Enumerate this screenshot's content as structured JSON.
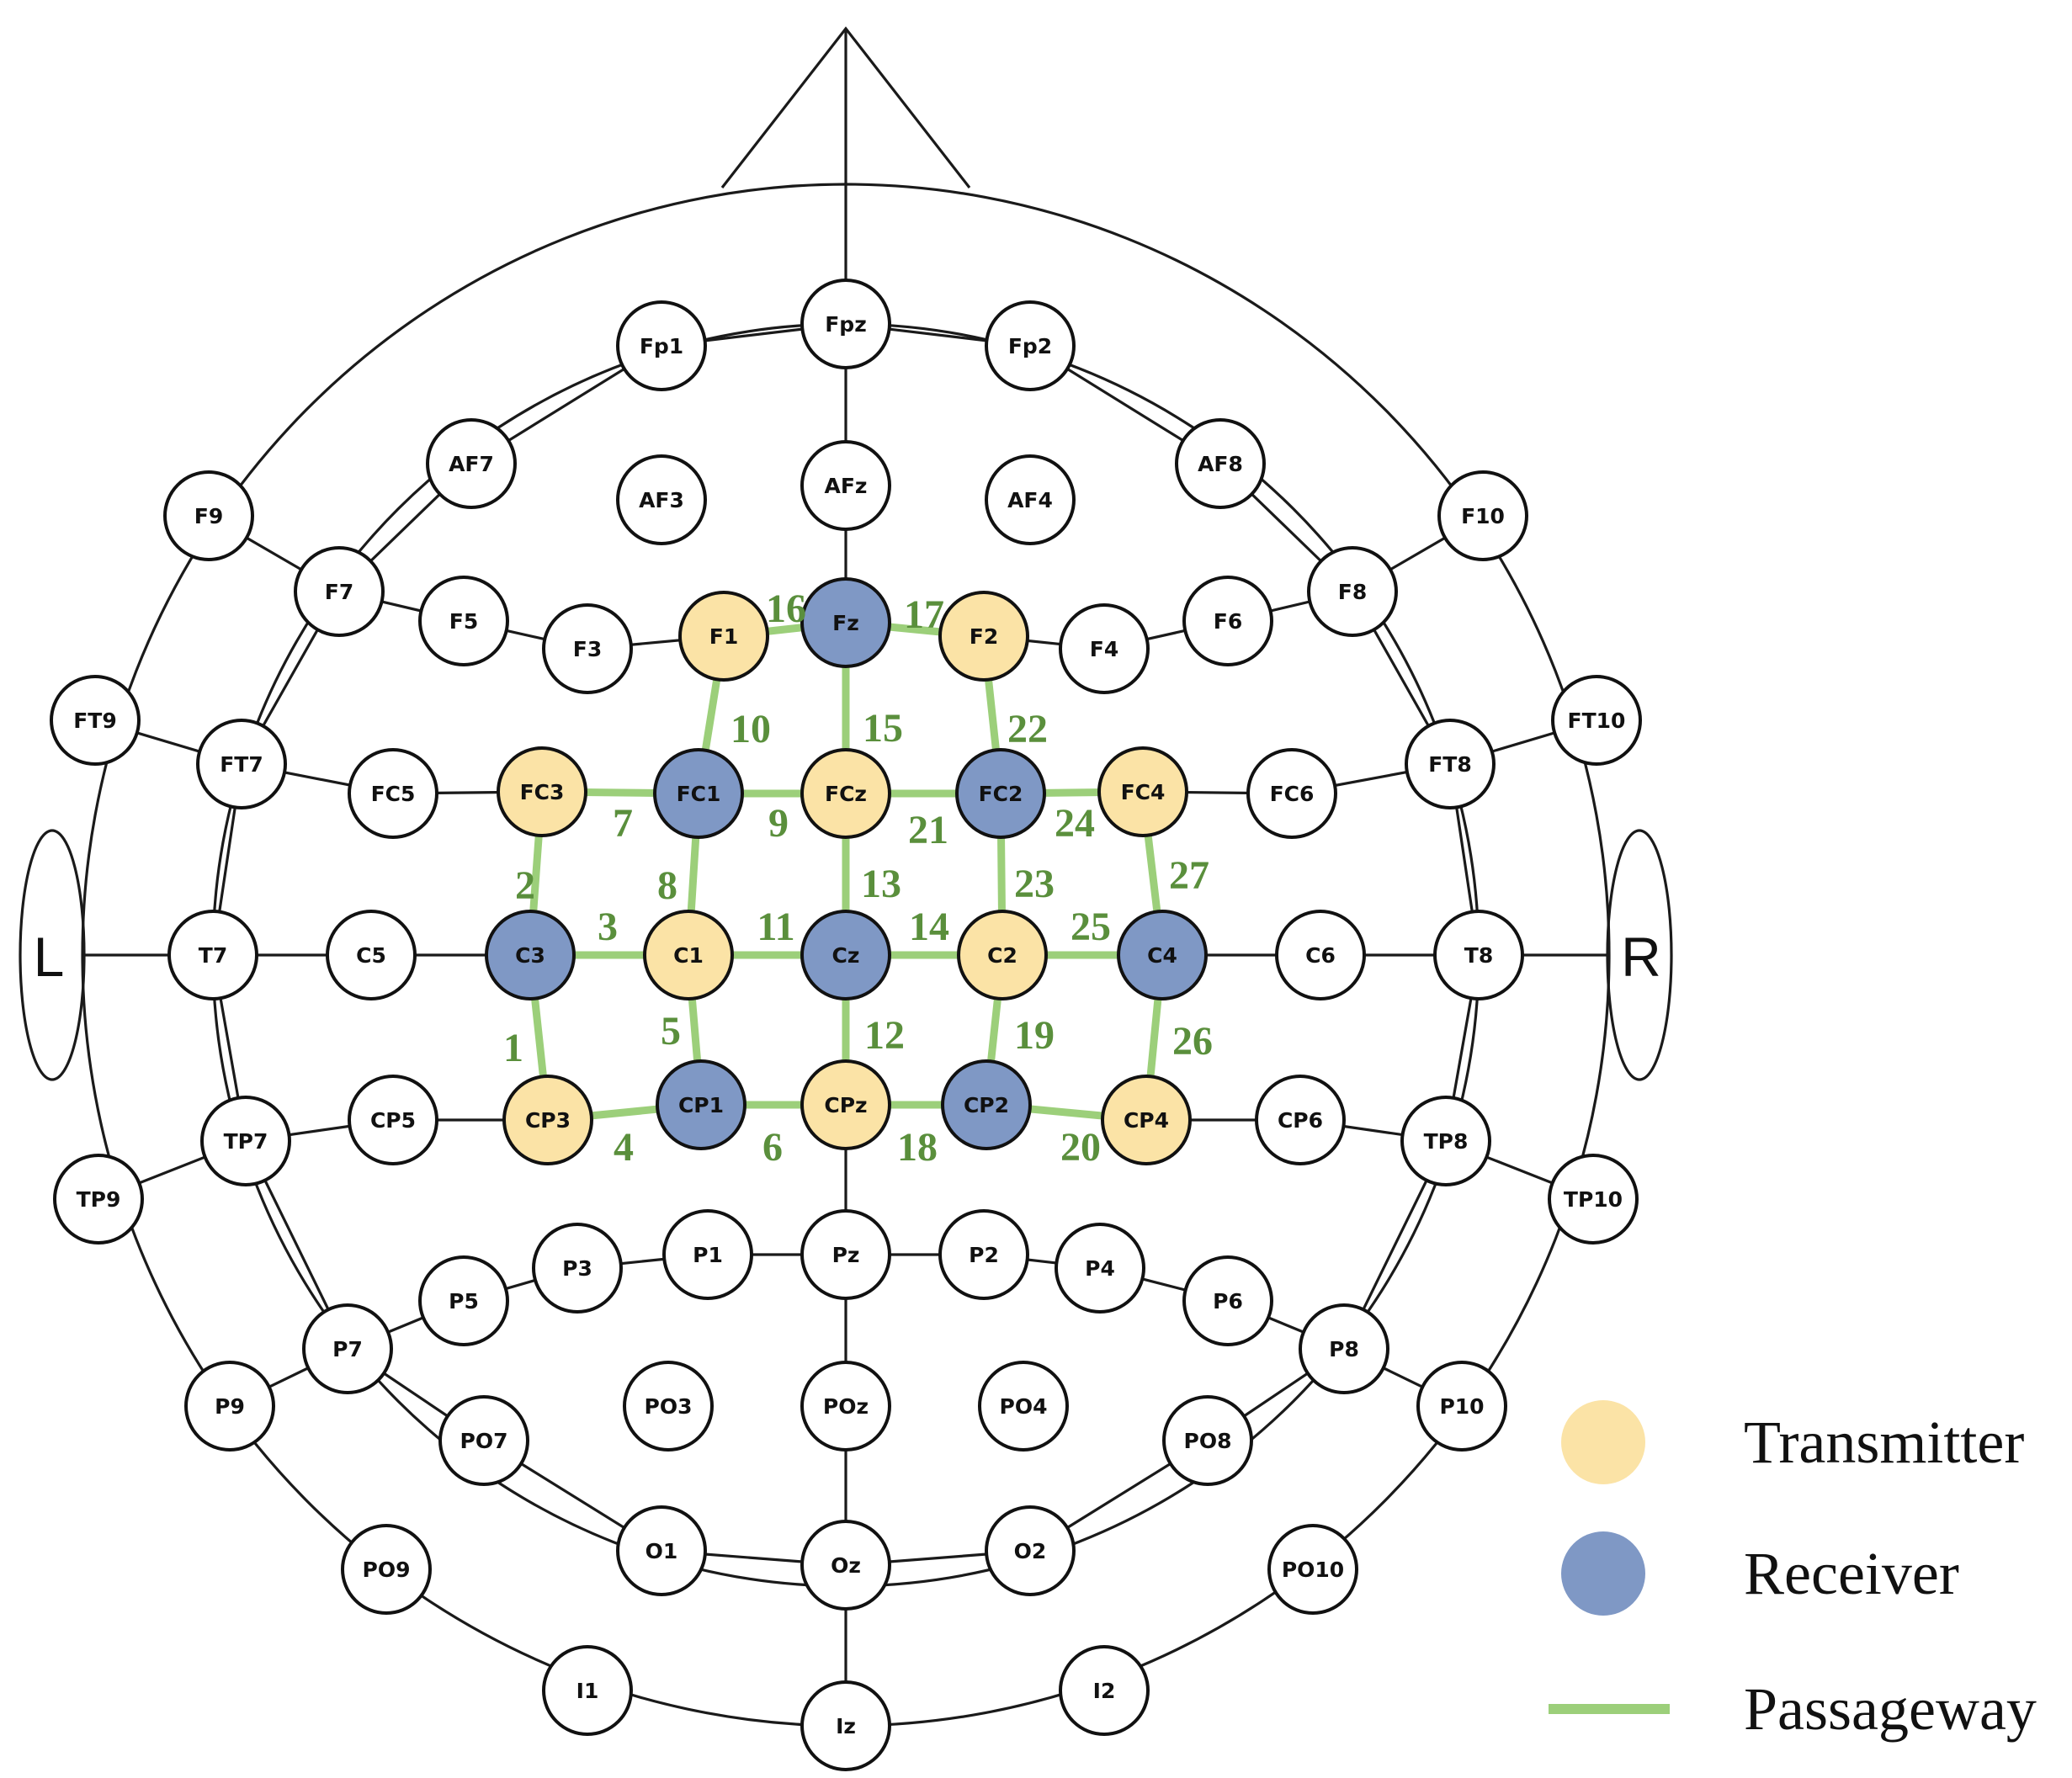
{
  "colors": {
    "transmitter": "#fbe3a6",
    "receiver": "#7f98c5",
    "passageway": "#9ccf7a",
    "passageway_label": "#5a8f3c",
    "default_electrode": "#ffffff",
    "outline": "#1a1a1a"
  },
  "ears": {
    "left": "L",
    "right": "R"
  },
  "electrodes": [
    {
      "id": "Fp1",
      "label": "Fp1",
      "role": "none"
    },
    {
      "id": "Fpz",
      "label": "Fpz",
      "role": "none"
    },
    {
      "id": "Fp2",
      "label": "Fp2",
      "role": "none"
    },
    {
      "id": "AF7",
      "label": "AF7",
      "role": "none"
    },
    {
      "id": "AF3",
      "label": "AF3",
      "role": "none"
    },
    {
      "id": "AFz",
      "label": "AFz",
      "role": "none"
    },
    {
      "id": "AF4",
      "label": "AF4",
      "role": "none"
    },
    {
      "id": "AF8",
      "label": "AF8",
      "role": "none"
    },
    {
      "id": "F9",
      "label": "F9",
      "role": "none"
    },
    {
      "id": "F7",
      "label": "F7",
      "role": "none"
    },
    {
      "id": "F5",
      "label": "F5",
      "role": "none"
    },
    {
      "id": "F3",
      "label": "F3",
      "role": "none"
    },
    {
      "id": "F1",
      "label": "F1",
      "role": "transmitter"
    },
    {
      "id": "Fz",
      "label": "Fz",
      "role": "receiver"
    },
    {
      "id": "F2",
      "label": "F2",
      "role": "transmitter"
    },
    {
      "id": "F4",
      "label": "F4",
      "role": "none"
    },
    {
      "id": "F6",
      "label": "F6",
      "role": "none"
    },
    {
      "id": "F8",
      "label": "F8",
      "role": "none"
    },
    {
      "id": "F10",
      "label": "F10",
      "role": "none"
    },
    {
      "id": "FT9",
      "label": "FT9",
      "role": "none"
    },
    {
      "id": "FT7",
      "label": "FT7",
      "role": "none"
    },
    {
      "id": "FC5",
      "label": "FC5",
      "role": "none"
    },
    {
      "id": "FC3",
      "label": "FC3",
      "role": "transmitter"
    },
    {
      "id": "FC1",
      "label": "FC1",
      "role": "receiver"
    },
    {
      "id": "FCz",
      "label": "FCz",
      "role": "transmitter"
    },
    {
      "id": "FC2",
      "label": "FC2",
      "role": "receiver"
    },
    {
      "id": "FC4",
      "label": "FC4",
      "role": "transmitter"
    },
    {
      "id": "FC6",
      "label": "FC6",
      "role": "none"
    },
    {
      "id": "FT8",
      "label": "FT8",
      "role": "none"
    },
    {
      "id": "FT10",
      "label": "FT10",
      "role": "none"
    },
    {
      "id": "T7",
      "label": "T7",
      "role": "none"
    },
    {
      "id": "C5",
      "label": "C5",
      "role": "none"
    },
    {
      "id": "C3",
      "label": "C3",
      "role": "receiver"
    },
    {
      "id": "C1",
      "label": "C1",
      "role": "transmitter"
    },
    {
      "id": "Cz",
      "label": "Cz",
      "role": "receiver"
    },
    {
      "id": "C2",
      "label": "C2",
      "role": "transmitter"
    },
    {
      "id": "C4",
      "label": "C4",
      "role": "receiver"
    },
    {
      "id": "C6",
      "label": "C6",
      "role": "none"
    },
    {
      "id": "T8",
      "label": "T8",
      "role": "none"
    },
    {
      "id": "TP9",
      "label": "TP9",
      "role": "none"
    },
    {
      "id": "TP7",
      "label": "TP7",
      "role": "none"
    },
    {
      "id": "CP5",
      "label": "CP5",
      "role": "none"
    },
    {
      "id": "CP3",
      "label": "CP3",
      "role": "transmitter"
    },
    {
      "id": "CP1",
      "label": "CP1",
      "role": "receiver"
    },
    {
      "id": "CPz",
      "label": "CPz",
      "role": "transmitter"
    },
    {
      "id": "CP2",
      "label": "CP2",
      "role": "receiver"
    },
    {
      "id": "CP4",
      "label": "CP4",
      "role": "transmitter"
    },
    {
      "id": "CP6",
      "label": "CP6",
      "role": "none"
    },
    {
      "id": "TP8",
      "label": "TP8",
      "role": "none"
    },
    {
      "id": "TP10",
      "label": "TP10",
      "role": "none"
    },
    {
      "id": "P9",
      "label": "P9",
      "role": "none"
    },
    {
      "id": "P7",
      "label": "P7",
      "role": "none"
    },
    {
      "id": "P5",
      "label": "P5",
      "role": "none"
    },
    {
      "id": "P3",
      "label": "P3",
      "role": "none"
    },
    {
      "id": "P1",
      "label": "P1",
      "role": "none"
    },
    {
      "id": "Pz",
      "label": "Pz",
      "role": "none"
    },
    {
      "id": "P2",
      "label": "P2",
      "role": "none"
    },
    {
      "id": "P4",
      "label": "P4",
      "role": "none"
    },
    {
      "id": "P6",
      "label": "P6",
      "role": "none"
    },
    {
      "id": "P8",
      "label": "P8",
      "role": "none"
    },
    {
      "id": "P10",
      "label": "P10",
      "role": "none"
    },
    {
      "id": "PO9",
      "label": "PO9",
      "role": "none"
    },
    {
      "id": "PO7",
      "label": "PO7",
      "role": "none"
    },
    {
      "id": "PO3",
      "label": "PO3",
      "role": "none"
    },
    {
      "id": "POz",
      "label": "POz",
      "role": "none"
    },
    {
      "id": "PO4",
      "label": "PO4",
      "role": "none"
    },
    {
      "id": "PO8",
      "label": "PO8",
      "role": "none"
    },
    {
      "id": "PO10",
      "label": "PO10",
      "role": "none"
    },
    {
      "id": "O1",
      "label": "O1",
      "role": "none"
    },
    {
      "id": "Oz",
      "label": "Oz",
      "role": "none"
    },
    {
      "id": "O2",
      "label": "O2",
      "role": "none"
    },
    {
      "id": "I1",
      "label": "I1",
      "role": "none"
    },
    {
      "id": "Iz",
      "label": "Iz",
      "role": "none"
    },
    {
      "id": "I2",
      "label": "I2",
      "role": "none"
    }
  ],
  "passageways": [
    {
      "label": "1",
      "from": "C3",
      "to": "CP3"
    },
    {
      "label": "2",
      "from": "FC3",
      "to": "C3"
    },
    {
      "label": "3",
      "from": "C3",
      "to": "C1"
    },
    {
      "label": "4",
      "from": "CP3",
      "to": "CP1"
    },
    {
      "label": "5",
      "from": "C1",
      "to": "CP1"
    },
    {
      "label": "6",
      "from": "CP1",
      "to": "CPz"
    },
    {
      "label": "7",
      "from": "FC3",
      "to": "FC1"
    },
    {
      "label": "8",
      "from": "FC1",
      "to": "C1"
    },
    {
      "label": "9",
      "from": "FC1",
      "to": "FCz"
    },
    {
      "label": "10",
      "from": "F1",
      "to": "FC1"
    },
    {
      "label": "11",
      "from": "C1",
      "to": "Cz"
    },
    {
      "label": "12",
      "from": "Cz",
      "to": "CPz"
    },
    {
      "label": "13",
      "from": "FCz",
      "to": "Cz"
    },
    {
      "label": "14",
      "from": "Cz",
      "to": "C2"
    },
    {
      "label": "15",
      "from": "Fz",
      "to": "FCz"
    },
    {
      "label": "16",
      "from": "F1",
      "to": "Fz"
    },
    {
      "label": "17",
      "from": "Fz",
      "to": "F2"
    },
    {
      "label": "18",
      "from": "CPz",
      "to": "CP2"
    },
    {
      "label": "19",
      "from": "C2",
      "to": "CP2"
    },
    {
      "label": "20",
      "from": "CP2",
      "to": "CP4"
    },
    {
      "label": "21",
      "from": "FCz",
      "to": "FC2"
    },
    {
      "label": "22",
      "from": "F2",
      "to": "FC2"
    },
    {
      "label": "23",
      "from": "FC2",
      "to": "C2"
    },
    {
      "label": "24",
      "from": "FC2",
      "to": "FC4"
    },
    {
      "label": "25",
      "from": "C2",
      "to": "C4"
    },
    {
      "label": "26",
      "from": "C4",
      "to": "CP4"
    },
    {
      "label": "27",
      "from": "FC4",
      "to": "C4"
    }
  ],
  "legend": [
    {
      "kind": "transmitter",
      "label": "Transmitter"
    },
    {
      "kind": "receiver",
      "label": "Receiver"
    },
    {
      "kind": "passageway",
      "label": "Passageway"
    }
  ]
}
